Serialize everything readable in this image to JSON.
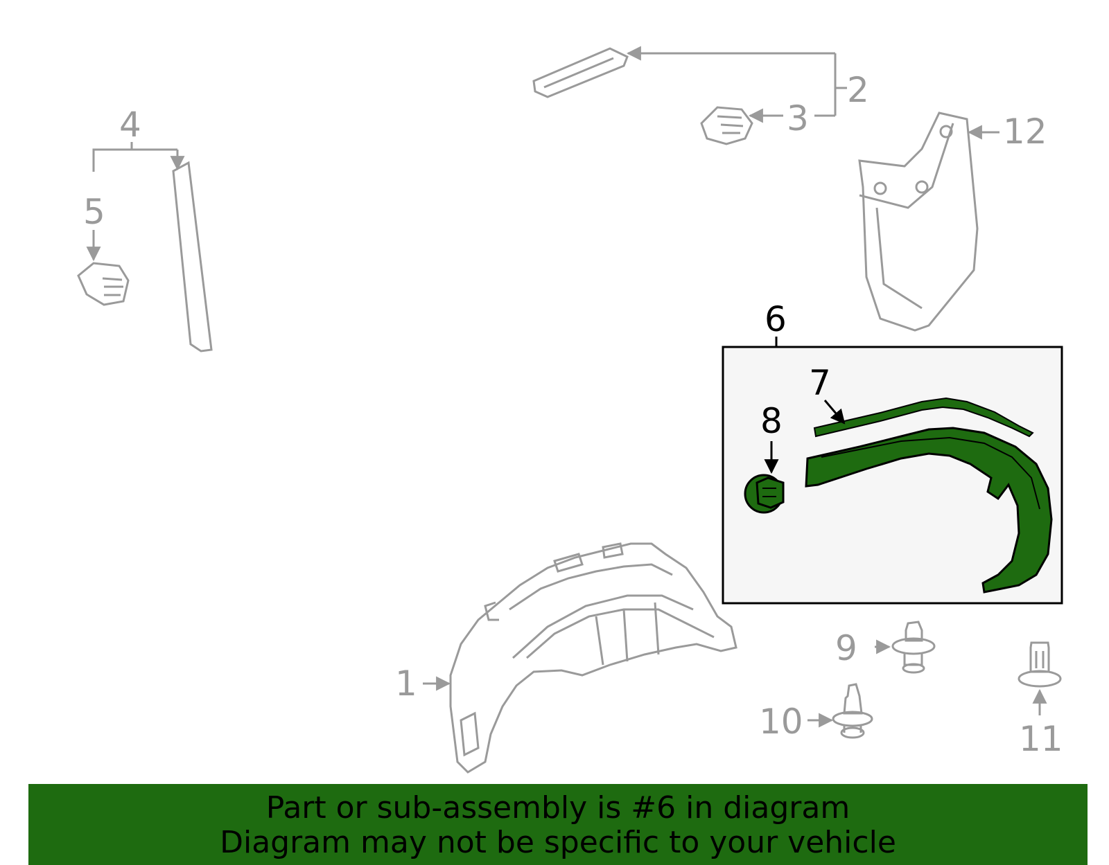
{
  "callouts": {
    "c1": "1",
    "c2": "2",
    "c3": "3",
    "c4": "4",
    "c5": "5",
    "c6": "6",
    "c7": "7",
    "c8": "8",
    "c9": "9",
    "c10": "10",
    "c11": "11",
    "c12": "12"
  },
  "colors": {
    "part_outline": "#9a9a9a",
    "highlight_fill": "#1e6b10",
    "highlight_box_bg": "#f6f6f6",
    "banner_bg": "#1e6b10"
  },
  "banner": {
    "line1": "Part or sub-assembly is #6 in diagram",
    "line2": "Diagram may not be specific to your vehicle"
  }
}
